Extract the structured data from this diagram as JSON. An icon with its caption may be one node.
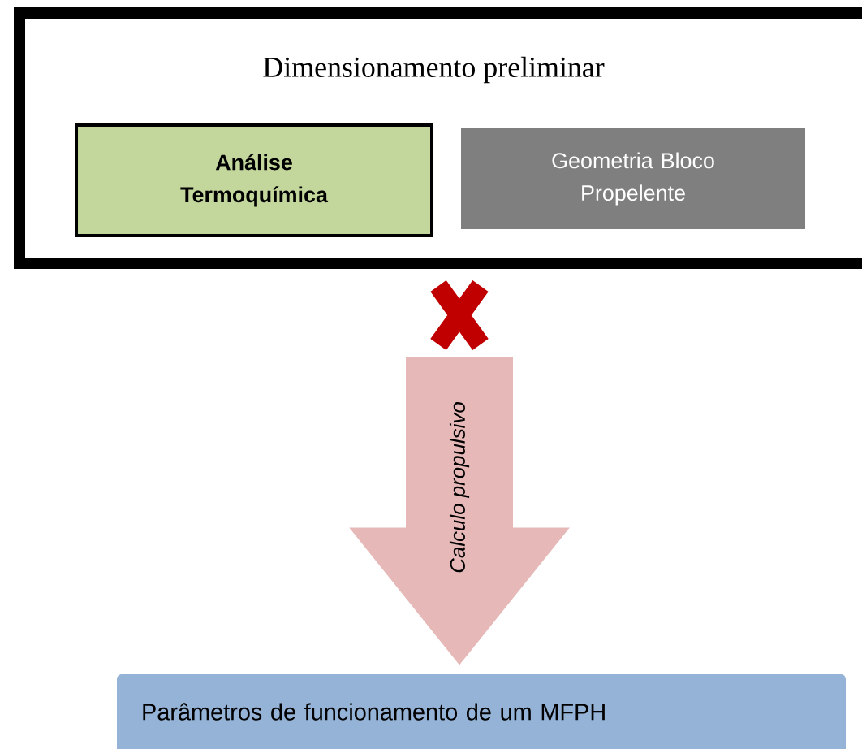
{
  "diagram": {
    "nodes": [
      {
        "text": [
          "Dimensionamento preliminar"
        ]
      },
      {
        "text": [
          "Análise Termoquímica"
        ],
        "in": 0
      },
      {
        "text": [
          "Geometria Bloco Propelente"
        ],
        "in": 0
      },
      {
        "text": [
          "Parâmetros de funcionamento de um MFPH"
        ]
      }
    ],
    "edges": [
      {
        "from": 0,
        "to": 3,
        "arrow": "to",
        "label": "Calculo propulsivo",
        "color": "#e6b9b8"
      }
    ]
  }
}
